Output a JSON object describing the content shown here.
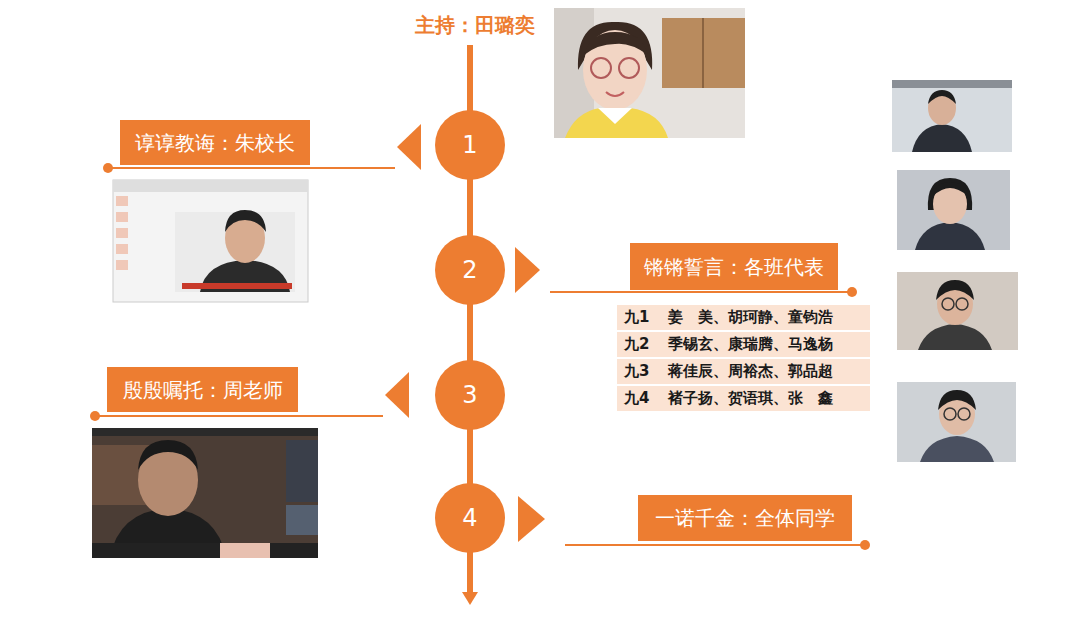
{
  "diagram": {
    "nodes": [
      {
        "text": [
          "1"
        ]
      },
      {
        "text": [
          "谆谆教诲：朱校长"
        ]
      },
      {
        "text": [
          "2"
        ]
      },
      {
        "text": [
          "锵锵誓言：各班代表"
        ]
      },
      {
        "text": [
          "3"
        ]
      },
      {
        "text": [
          "殷殷嘱托：周老师"
        ]
      },
      {
        "text": [
          "4"
        ]
      },
      {
        "text": [
          "一诺千金：全体同学"
        ]
      }
    ],
    "edges": [
      {
        "from": 0,
        "to": 2,
        "arrow": "none"
      },
      {
        "from": 2,
        "to": 4,
        "arrow": "none"
      },
      {
        "from": 4,
        "to": 6,
        "arrow": "none"
      }
    ],
    "labels": [
      "主持：田璐奕",
      "九1",
      "姜　美、胡珂静、童钧浩",
      "九2",
      "季锡玄、康瑞腾、马逸杨",
      "九3",
      "蒋佳辰、周裕杰、郭品超",
      "九4",
      "褚子扬、贺语琪、张　鑫"
    ]
  }
}
